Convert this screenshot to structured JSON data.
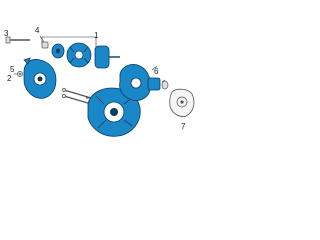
{
  "callouts": [
    {
      "id": "1",
      "text": "1"
    },
    {
      "id": "2",
      "text": "2"
    },
    {
      "id": "3",
      "text": "3"
    },
    {
      "id": "4",
      "text": "4"
    },
    {
      "id": "5",
      "text": "5"
    },
    {
      "id": "6",
      "text": "6"
    },
    {
      "id": "7",
      "text": "7"
    }
  ],
  "colors": {
    "part_fill": "#1a87c9",
    "part_stroke": "#0b3d5c",
    "hardware": "#555555",
    "leader": "#333333",
    "background": "#ffffff"
  }
}
